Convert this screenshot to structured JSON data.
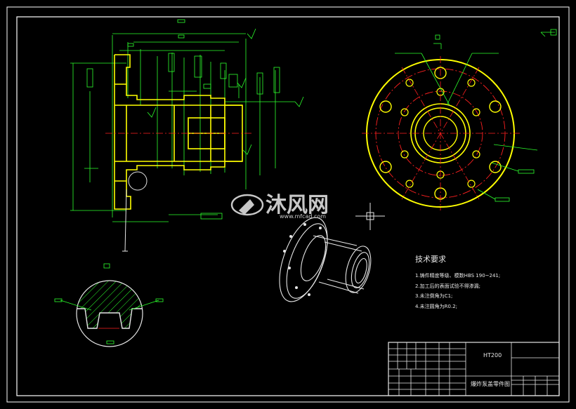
{
  "tech_requirements": {
    "title": "技术要求",
    "items": [
      "1.铸件精度等级、模数HBS 190~241;",
      "2.加工后的表面试验不得渗漏;",
      "3.未注倒角为C1;",
      "4.未注圆角为R0.2;"
    ]
  },
  "title_block": {
    "code": "HT200",
    "part_name": "爆炸泵盖零件图"
  },
  "watermark": {
    "brand": "沐风网",
    "url": "www.mfcad.com"
  },
  "colors": {
    "background": "#000000",
    "frame": "#ffffff",
    "outline": "#ffff00",
    "dimension": "#2cff2c",
    "centerline": "#ff2020",
    "watermark": "#c8c8c8"
  }
}
